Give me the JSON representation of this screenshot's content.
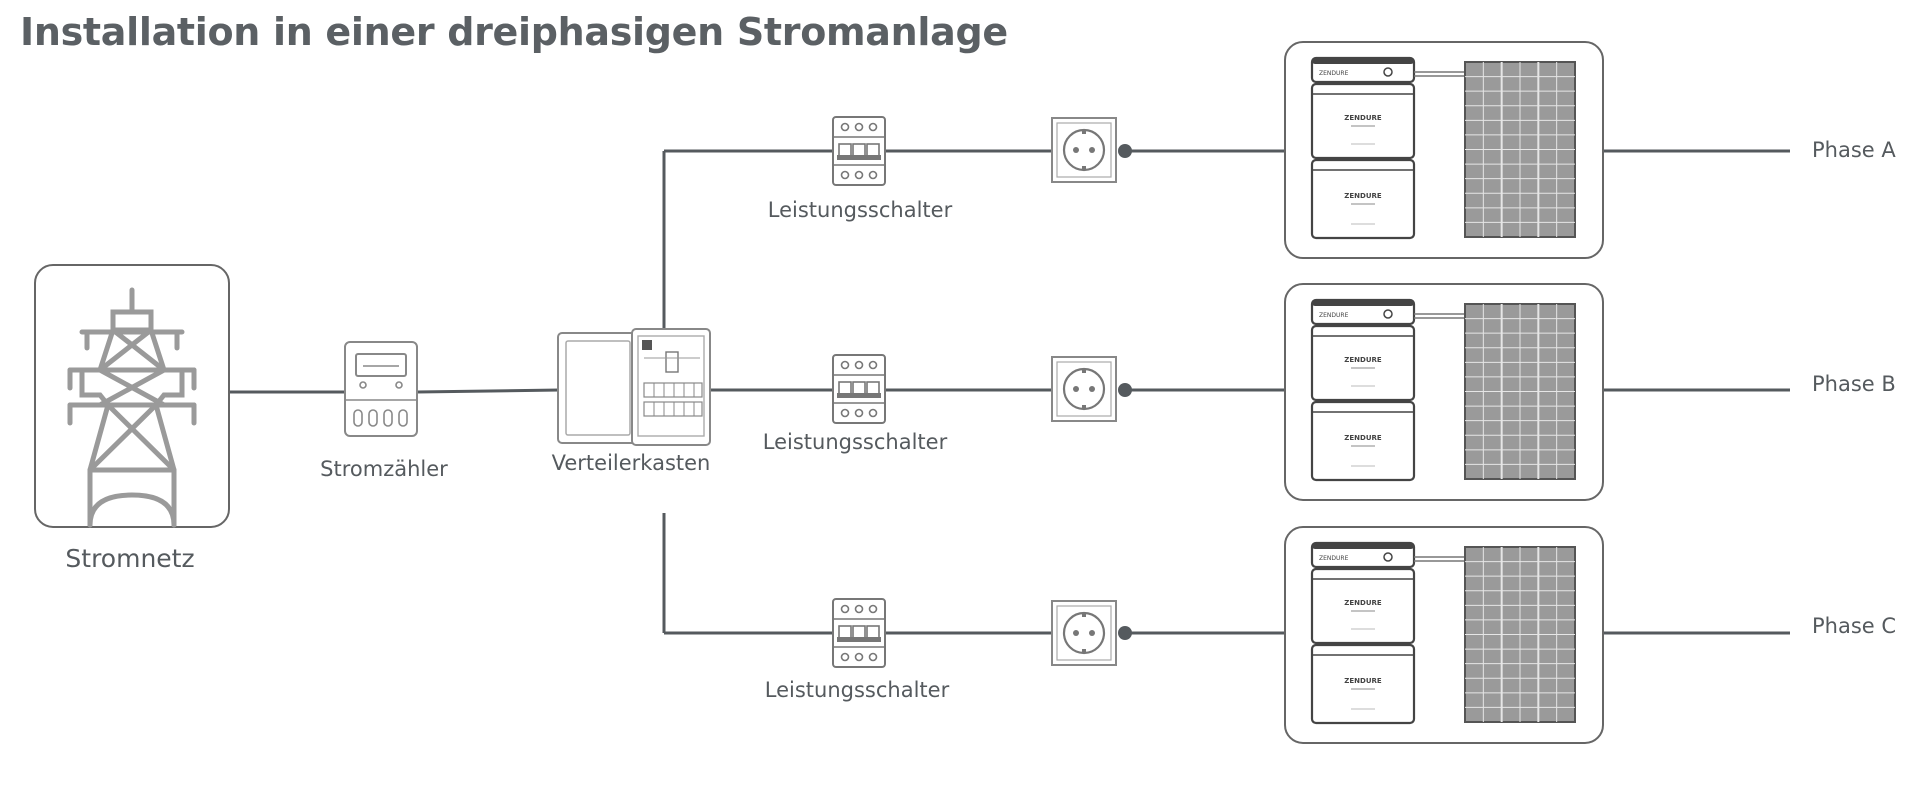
{
  "title": "Installation in einer dreiphasigen Stromanlage",
  "labels": {
    "grid": "Stromnetz",
    "meter": "Stromzähler",
    "distribution_box": "Verteilerkasten",
    "breaker": "Leistungsschalter"
  },
  "phases": [
    {
      "label": "Phase A"
    },
    {
      "label": "Phase B"
    },
    {
      "label": "Phase C"
    }
  ],
  "battery_brand": "ZENDURE",
  "colors": {
    "line": "#555a5e",
    "device": "#888888",
    "panel": "#9a9a9a"
  }
}
